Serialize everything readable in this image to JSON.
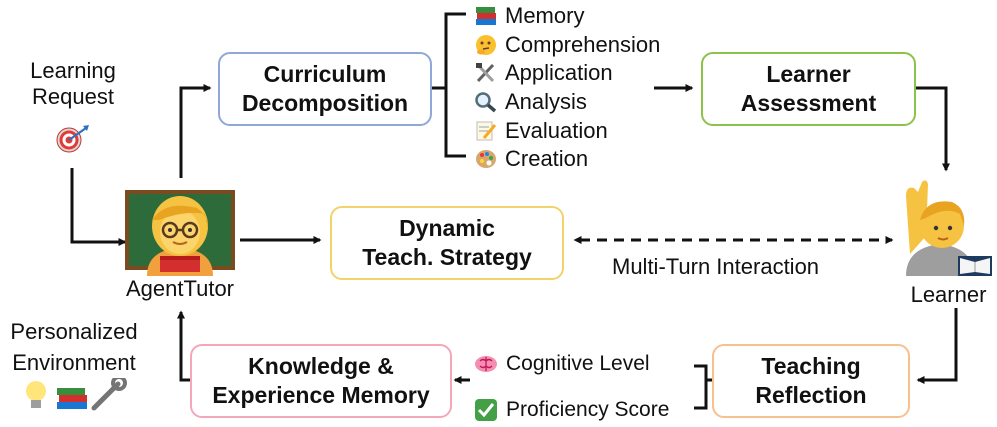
{
  "request": {
    "line1": "Learning",
    "line2": "Request",
    "icon": "target-icon"
  },
  "agent": {
    "label": "AgentTutor",
    "icon": "teacher-icon"
  },
  "learner": {
    "label": "Learner",
    "icon": "raising-hand-learner-icon"
  },
  "environment": {
    "line1": "Personalized",
    "line2": "Environment",
    "icons": [
      "lightbulb-icon",
      "books-icon",
      "wrench-icon"
    ]
  },
  "boxes": {
    "curriculum": {
      "line1": "Curriculum",
      "line2": "Decomposition",
      "color": "#8fa8d8"
    },
    "assessment": {
      "line1": "Learner",
      "line2": "Assessment",
      "color": "#8bc34a"
    },
    "strategy": {
      "line1": "Dynamic",
      "line2": "Teach. Strategy",
      "color": "#f2d26b"
    },
    "memory": {
      "line1": "Knowledge &",
      "line2": "Experience Memory",
      "color": "#f4a7b9"
    },
    "reflection": {
      "line1": "Teaching",
      "line2": "Reflection",
      "color": "#f6c08f"
    }
  },
  "bloom": [
    {
      "label": "Memory",
      "icon": "books-icon"
    },
    {
      "label": "Comprehension",
      "icon": "thinking-face-icon"
    },
    {
      "label": "Application",
      "icon": "tools-icon"
    },
    {
      "label": "Analysis",
      "icon": "magnifier-icon"
    },
    {
      "label": "Evaluation",
      "icon": "memo-icon"
    },
    {
      "label": "Creation",
      "icon": "palette-icon"
    }
  ],
  "interaction": {
    "label": "Multi-Turn Interaction"
  },
  "feedback": [
    {
      "label": "Cognitive Level",
      "icon": "brain-icon"
    },
    {
      "label": "Proficiency Score",
      "icon": "check-mark-icon"
    }
  ]
}
